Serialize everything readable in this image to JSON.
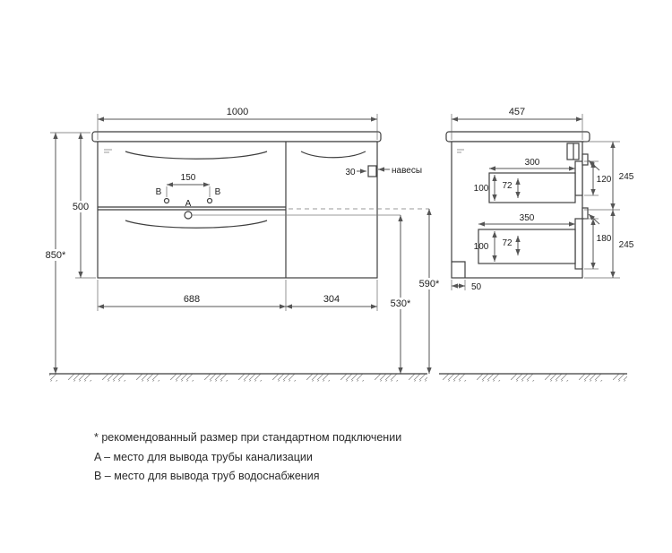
{
  "front_view": {
    "width": "1000",
    "cabinet_height": "500",
    "mount_height": "850*",
    "pipe_spacing": "150",
    "hinge_offset": "30",
    "hinges_label": "навесы",
    "drawers_width": "688",
    "door_width": "304",
    "drain_outlet_height": "530*",
    "overflow_height": "590*",
    "label_a": "A",
    "label_b": "B"
  },
  "side_view": {
    "depth": "457",
    "top_drawer": {
      "inner_depth": "300",
      "inner_height": "100",
      "rail_height": "72",
      "front_height": "120",
      "section_height": "245"
    },
    "bottom_drawer": {
      "inner_depth": "350",
      "inner_height": "100",
      "rail_height": "72",
      "front_height": "180",
      "section_height": "245"
    },
    "toe_kick": "50"
  },
  "footnotes": [
    "* рекомендованный размер при стандартном подключении",
    "A – место для вывода трубы канализации",
    "B – место для вывода труб водоснабжения"
  ]
}
